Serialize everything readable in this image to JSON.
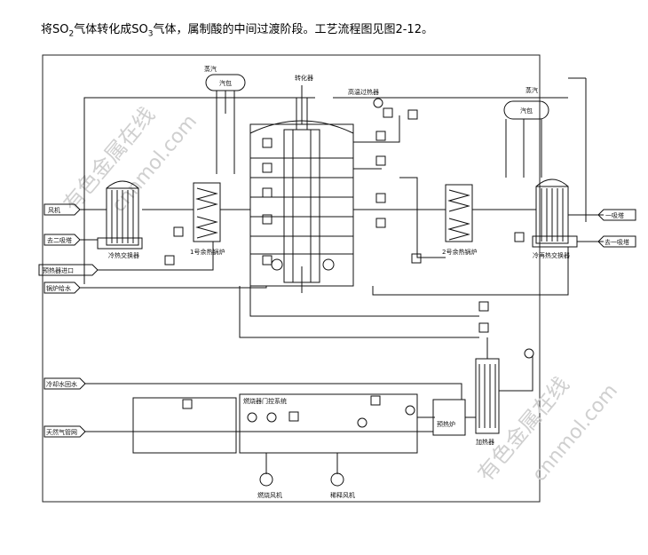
{
  "caption": {
    "prefix": "将SO",
    "sub1": "2",
    "middle": "气体转化成SO",
    "sub2": "3",
    "suffix": "气体，属制酸的中间过渡阶段。工艺流程图见图2-12。"
  },
  "diagram": {
    "labels": {
      "fan": "风机",
      "to_second_absorption": "去二吸塔",
      "preheater_inlet": "预热器进口",
      "boiler_feedwater": "锅炉给水",
      "cold_heat_exchanger": "冷热交换器",
      "waste_heat_boiler_1": "1号余热锅炉",
      "waste_heat_boiler_2": "2号余热锅炉",
      "steam_drum_left": "汽包",
      "steam_left": "蒸汽",
      "steam_drum_right": "汽包",
      "steam_right": "蒸汽",
      "converter": "转化器",
      "superheater": "高温过热器",
      "cold_heat_exchanger_right": "冷再热交换器",
      "first_absorption": "一吸塔",
      "to_first_absorption": "去一吸塔",
      "cooling_water_return": "冷却水回水",
      "fuel_oil_pipe": "天然气管网",
      "combustion_air_fan": "燃烧风机",
      "dilution_fan": "稀释风机",
      "burner_panel": "燃烧器门控系统",
      "preheat_furnace": "预热炉",
      "heat_exchanger_tube": "加热器"
    },
    "watermarks": [
      "有色金属在线",
      "cnnmol.com"
    ]
  }
}
